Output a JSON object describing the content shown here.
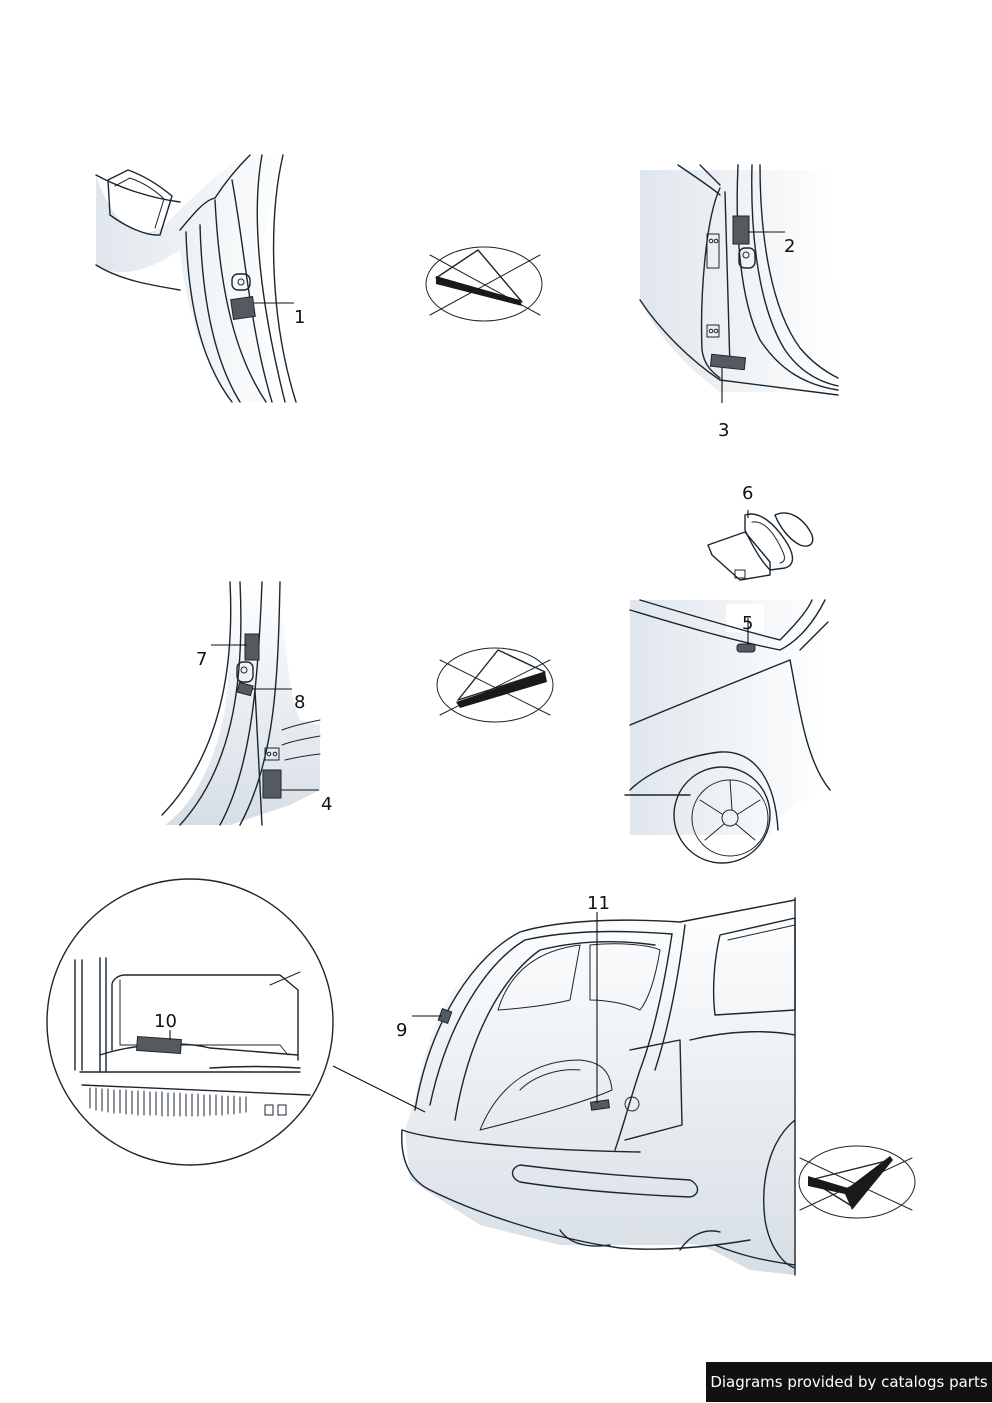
{
  "callouts": {
    "c1": "1",
    "c2": "2",
    "c3": "3",
    "c4": "4",
    "c5": "5",
    "c6": "6",
    "c7": "7",
    "c8": "8",
    "c9": "9",
    "c10": "10",
    "c11": "11"
  },
  "footer": {
    "text": "Diagrams provided by catalogs parts"
  },
  "colors": {
    "shade": "#dfe6ec",
    "ink": "#1a2630",
    "sticker": "#555a60"
  },
  "icons": [
    "view-direction-icon",
    "view-direction-icon",
    "view-direction-icon"
  ]
}
